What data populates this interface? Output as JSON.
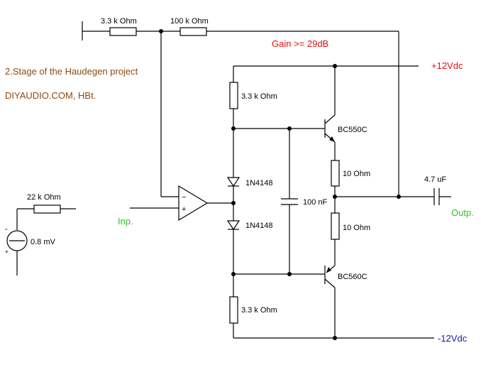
{
  "notes": {
    "project": "2.Stage of the Haudegen project",
    "author": "DIYAUDIO.COM, HBt.",
    "gain": "Gain >= 29dB"
  },
  "rails": {
    "positive": "+12Vdc",
    "negative": "-12Vdc"
  },
  "ports": {
    "input": "Inp.",
    "output": "Outp."
  },
  "components": {
    "r_feedback_ground": "3.3 k Ohm",
    "r_feedback": "100 k Ohm",
    "r_bias_top": "3.3 k Ohm",
    "r_bias_bottom": "3.3 k Ohm",
    "r_emitter_top": "10  Ohm",
    "r_emitter_bottom": "10  Ohm",
    "r_source": "22 k Ohm",
    "diode_top": "1N4148",
    "diode_bottom": "1N4148",
    "c_bypass": "100 nF",
    "c_output": "4.7 uF",
    "q_npn": "BC550C",
    "q_pnp": "BC560C",
    "source": "0.8 mV"
  },
  "colors": {
    "note": "#8b4a12",
    "positive_rail": "#e01010",
    "negative_rail": "#1a1aa8",
    "ports": "#2ec02e"
  }
}
